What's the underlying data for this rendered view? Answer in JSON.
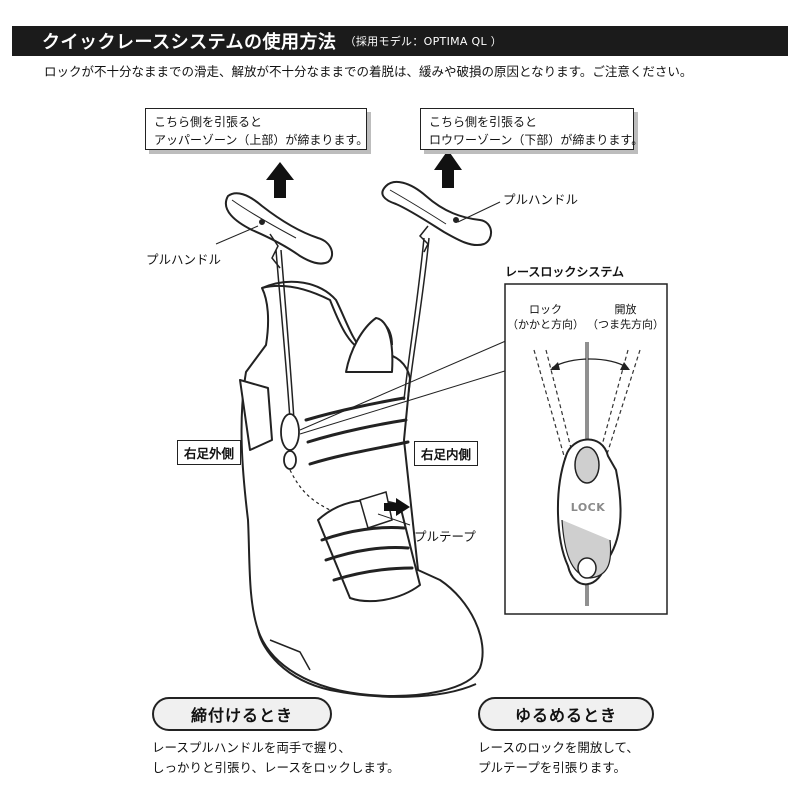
{
  "header": {
    "title": "クイックレースシステムの使用方法",
    "subtitle": "（採用モデル：OPTIMA QL ）"
  },
  "notice": "ロックが不十分なままでの滑走、解放が不十分なままでの着脱は、緩みや破損の原因となります。ご注意ください。",
  "callouts": {
    "upper": {
      "line1": "こちら側を引張ると",
      "line2": "アッパーゾーン（上部）が締まります。"
    },
    "lower": {
      "line1": "こちら側を引張ると",
      "line2": "ロウワーゾーン（下部）が締まります。"
    }
  },
  "labels": {
    "pull_handle_left": "プルハンドル",
    "pull_handle_right": "プルハンドル",
    "outer_side": "右足外側",
    "inner_side": "右足内側",
    "pull_tape": "プルテープ"
  },
  "lock_system": {
    "title": "レースロックシステム",
    "lock": {
      "line1": "ロック",
      "line2": "（かかと方向）"
    },
    "release": {
      "line1": "開放",
      "line2": "（つま先方向）"
    },
    "lock_text": "LOCK"
  },
  "instructions": {
    "tighten": {
      "heading": "締付けるとき",
      "line1": "レースプルハンドルを両手で握り、",
      "line2": "しっかりと引張り、レースをロックします。"
    },
    "loosen": {
      "heading": "ゆるめるとき",
      "line1": "レースのロックを開放して、",
      "line2": "プルテープを引張ります。"
    }
  },
  "colors": {
    "title_bg": "#1b1b1b",
    "pill_bg": "#f0f0f0",
    "shadow": "#bdbdbd"
  }
}
